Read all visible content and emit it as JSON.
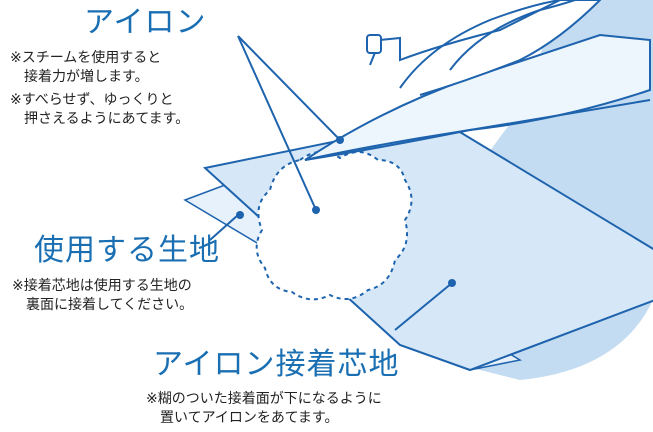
{
  "labels": {
    "iron": {
      "title": "アイロン",
      "notes": [
        "※スチームを使用すると",
        "　接着力が増します。",
        "※すべらせず、ゆっくりと",
        "　押さえるようにあてます。"
      ]
    },
    "fabric": {
      "title": "使用する生地",
      "notes": [
        "※接着芯地は使用する生地の",
        "　裏面に接着してください。"
      ]
    },
    "interfacing": {
      "title": "アイロン接着芯地",
      "notes": [
        "※糊のついた接着面が下になるように",
        "　置いてアイロンをあてます。"
      ]
    }
  },
  "colors": {
    "accent": "#1a6fb3",
    "line": "#1e63ad",
    "fill_light": "#d6e8f7",
    "fill_bg": "#c4dcf1",
    "text": "#222222"
  }
}
